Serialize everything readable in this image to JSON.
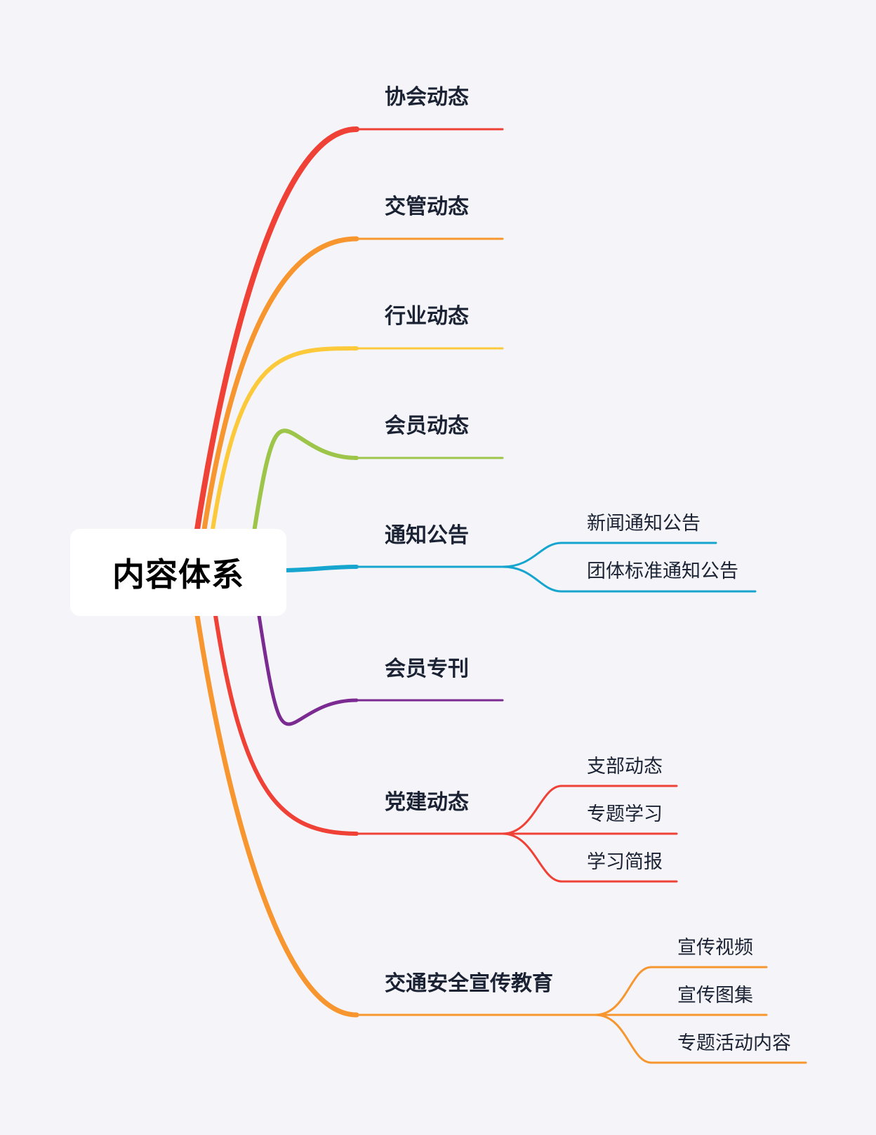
{
  "root": {
    "label": "内容体系"
  },
  "colors": {
    "red": "#ef4136",
    "orange": "#f7962f",
    "yellow": "#fcc93a",
    "green": "#9cc54a",
    "blue": "#16a5cf",
    "purple": "#7a2a91",
    "text": "#1a2233",
    "background": "#f5f5f9"
  },
  "branches": [
    {
      "label": "协会动态",
      "color": "#ef4136",
      "children": []
    },
    {
      "label": "交管动态",
      "color": "#f7962f",
      "children": []
    },
    {
      "label": "行业动态",
      "color": "#fcc93a",
      "children": []
    },
    {
      "label": "会员动态",
      "color": "#9cc54a",
      "children": []
    },
    {
      "label": "通知公告",
      "color": "#16a5cf",
      "children": [
        "新闻通知公告",
        "团体标准通知公告"
      ]
    },
    {
      "label": "会员专刊",
      "color": "#7a2a91",
      "children": []
    },
    {
      "label": "党建动态",
      "color": "#ef4136",
      "children": [
        "支部动态",
        "专题学习",
        "学习简报"
      ]
    },
    {
      "label": "交通安全宣传教育",
      "color": "#f7962f",
      "children": [
        "宣传视频",
        "宣传图集",
        "专题活动内容"
      ]
    }
  ]
}
